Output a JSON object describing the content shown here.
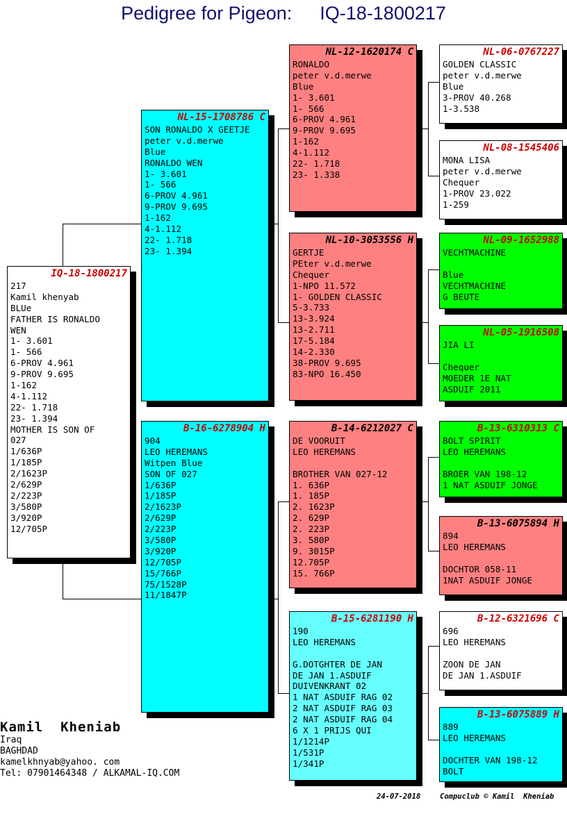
{
  "title": {
    "label": "Pedigree for Pigeon:",
    "ring": "IQ-18-1800217"
  },
  "colors": {
    "title": "#10106e",
    "ring_red": "#cc0000",
    "cyan": "#00ffff",
    "salmon": "#ff8080",
    "green": "#00ff00",
    "lightcyan": "#66ffff"
  },
  "subject": {
    "ring": "IQ-18-1800217",
    "lines": [
      "217",
      "Kamil khenyab",
      "BLUe",
      "FATHER IS RONALDO",
      "WEN",
      "1- 3.601",
      "1- 566",
      "6-PROV 4.961",
      "9-PROV 9.695",
      "1-162",
      "4-1.112",
      "22- 1.718",
      "23- 1.394",
      "MOTHER IS SON OF",
      "027",
      "1/636P",
      "1/185P",
      "2/1623P",
      "2/629P",
      "2/223P",
      "3/580P",
      "3/920P",
      "12/705P"
    ]
  },
  "sire": {
    "ring": "NL-15-1708786 C",
    "lines": [
      "SON RONALDO X GEETJE",
      "peter v.d.merwe",
      "Blue",
      "RONALDO WEN",
      "1- 3.601",
      "1- 566",
      "6-PROV 4.961",
      "9-PROV 9.695",
      "1-162",
      "4-1.112",
      "22- 1.718",
      "23- 1.394"
    ]
  },
  "dam": {
    "ring": "B-16-6278904 H",
    "lines": [
      "904",
      "LEO HEREMANS",
      "Witpen Blue",
      "SON OF 027",
      "1/636P",
      "1/185P",
      "2/1623P",
      "2/629P",
      "2/223P",
      "3/580P",
      "3/920P",
      "12/705P",
      "15/766P",
      "75/1528P",
      "11/1847P"
    ]
  },
  "gp1": {
    "ring": "NL-12-1620174 C",
    "lines": [
      "RONALDO",
      "peter v.d.merwe",
      "Blue",
      "1- 3.601",
      "1- 566",
      "6-PROV 4.961",
      "9-PROV 9.695",
      "1-162",
      "4-1.112",
      "22- 1.718",
      "23- 1.338"
    ]
  },
  "gp2": {
    "ring": "NL-10-3053556 H",
    "lines": [
      "GERTJE",
      "PEter v.d.merwe",
      "Chequer",
      "1-NPO 11.572",
      "1- GOLDEN CLASSIC",
      "5-3.733",
      "13-3.924",
      "13-2.711",
      "17-5.184",
      "14-2.330",
      "38-PROV 9.695",
      "83-NPO 16.450"
    ]
  },
  "gp3": {
    "ring": "B-14-6212027 C",
    "lines": [
      "DE VOORUIT",
      "LEO HEREMANS",
      "",
      "BROTHER VAN 027-12",
      "1. 636P",
      "1. 185P",
      "2. 1623P",
      "2. 629P",
      "2. 223P",
      "3. 580P",
      "9. 3015P",
      "12.705P",
      "15. 766P"
    ]
  },
  "gp4": {
    "ring": "B-15-6281190 H",
    "lines": [
      "190",
      "LEO HEREMANS",
      "",
      "G.DOTGHTER DE JAN",
      "DE JAN 1.ASDUIF",
      "DUIVENKRANT 02",
      "1 NAT ASDUIF RAG 02",
      "2 NAT ASDUIF RAG 03",
      "2 NAT ASDUIF RAG 04",
      "6 X 1 PRIJS QUI",
      "1/1214P",
      "1/531P",
      "1/341P"
    ]
  },
  "ggp1": {
    "ring": "NL-06-0767227",
    "lines": [
      "GOLDEN CLASSIC",
      "peter v.d.merwe",
      "Blue",
      "3-PROV 40.268",
      "1-3.538"
    ]
  },
  "ggp2": {
    "ring": "NL-08-1545406",
    "lines": [
      "MONA LISA",
      "peter v.d.merwe",
      "Chequer",
      "1-PROV 23.022",
      "1-259"
    ]
  },
  "ggp3": {
    "ring": "NL-09-1652988",
    "lines": [
      "VECHTMACHINE",
      "",
      "Blue",
      "VECHTMACHINE",
      "G BEUTE"
    ]
  },
  "ggp4": {
    "ring": "NL-05-1916508",
    "lines": [
      "JIA LI",
      "",
      "Chequer",
      "MOEDER 1E NAT",
      "ASDUIF 2011"
    ]
  },
  "ggp5": {
    "ring": "B-13-6310313 C",
    "lines": [
      "BOLT SPIRIT",
      "LEO HEREMANS",
      "",
      "BROER VAN 198-12",
      "1 NAT ASDUIF JONGE"
    ]
  },
  "ggp6": {
    "ring": "B-13-6075894 H",
    "lines": [
      "894",
      "LEO HEREMANS",
      "",
      "DOCHTOR 058-11",
      "1NAT ASDUIF JONGE"
    ]
  },
  "ggp7": {
    "ring": "B-12-6321696 C",
    "lines": [
      "696",
      "LEO HEREMANS",
      "",
      "ZOON DE JAN",
      "DE JAN 1.ASDUIF"
    ]
  },
  "ggp8": {
    "ring": "B-13-6075889 H",
    "lines": [
      "889",
      "LEO HEREMANS",
      "",
      "DOCHTER VAN 198-12",
      "BOLT"
    ]
  },
  "owner": {
    "name": "Kamil  Kheniab",
    "country": "Iraq",
    "city": "BAGHDAD",
    "email": "kamelkhnyab@yahoo. com",
    "phone": "Tel: 07901464348 / ALKAMAL-IQ.COM"
  },
  "footer": {
    "date": "24-07-2018",
    "credit": "Compuclub © Kamil  Kheniab"
  }
}
